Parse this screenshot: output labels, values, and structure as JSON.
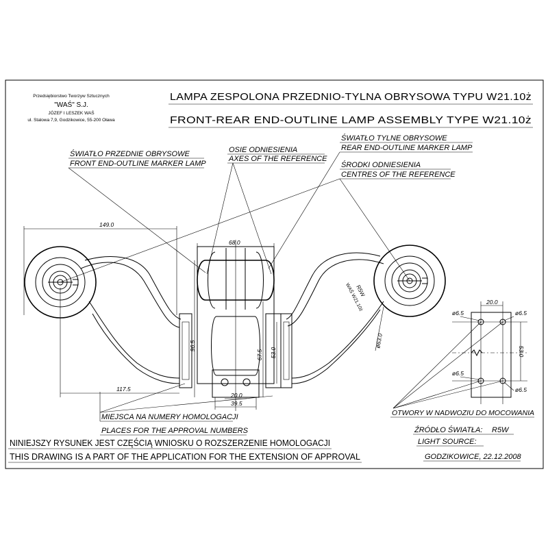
{
  "company": {
    "line1": "Przedsiębiorstwo Tworzyw Sztucznych",
    "line2": "\"WAŚ\" S.J.",
    "line3": "JÓZEF I LESZEK WAŚ",
    "line4": "ul. Stalowa 7,9, Godzikowice, 55-200 Oława"
  },
  "title": {
    "pl": "LAMPA  ZESPOLONA  PRZEDNIO-TYLNA OBRYSOWA TYPU W21.10ż",
    "en": "FRONT-REAR END-OUTLINE LAMP ASSEMBLY TYPE W21.10ż"
  },
  "labels": {
    "front_pl": "ŚWIATŁO PRZEDNIE OBRYSOWE",
    "front_en": "FRONT END-OUTLINE MARKER LAMP",
    "axes_pl": "OSIE ODNIESIENIA",
    "axes_en": "AXES OF THE REFERENCE",
    "rear_pl": "ŚWIATŁO TYLNE OBRYSOWE",
    "rear_en": "REAR END-OUTLINE MARKER LAMP",
    "centres_pl": "ŚRODKI ODNIESIENIA",
    "centres_en": "CENTRES OF THE REFERENCE",
    "places_pl": "MIEJSCA NA NUMERY HOMOLOGACJI",
    "places_en": "PLACES FOR THE APPROVAL NUMBERS",
    "holes_pl": "OTWORY W NADWOZIU DO MOCOWANIA",
    "source_pl": "ŹRÓDŁO ŚWIATŁA:",
    "source_value": "R5W",
    "source_en": "LIGHT SOURCE:",
    "place_date": "GODZIKOWICE, 22.12.2008",
    "lamp_mark_1": "R5W",
    "lamp_mark_2": "WAŚ W21.10ż"
  },
  "note": {
    "pl": "NINIEJSZY RYSUNEK JEST CZĘŚCIĄ WNIOSKU O ROZSZERZENIE HOMOLOGACJI",
    "en": "THIS DRAWING IS A PART OF THE APPLICATION FOR THE EXTENSION OF APPROVAL"
  },
  "dimensions": {
    "d149": "149.0",
    "d68": "68.0",
    "d96_5": "96.5",
    "d67_5": "67.5",
    "d53": "53.0",
    "d117_5": "117.5",
    "d20": "20.0",
    "d39_5": "39.5",
    "d63": "ø63.0",
    "h20": "20.0",
    "h53": "53.0",
    "hole1": "ø6.5",
    "hole2": "ø6.5",
    "hole3": "ø6.5",
    "hole4": "ø6.5"
  }
}
